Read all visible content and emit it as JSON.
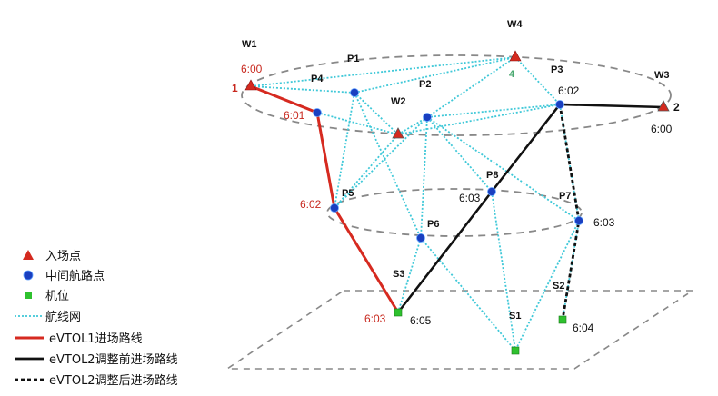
{
  "colors": {
    "network": "#3fc8d8",
    "entry": "#d42a1f",
    "waypoint": "#1a3fc0",
    "pad": "#2ec12e",
    "route1": "#d62a20",
    "route2": "#111111",
    "ellipse": "#888888"
  },
  "labels": {
    "W1": "W1",
    "W2": "W2",
    "W3": "W3",
    "W4": "W4",
    "P1": "P1",
    "P2": "P2",
    "P3": "P3",
    "P4": "P4",
    "P5": "P5",
    "P6": "P6",
    "P7": "P7",
    "P8": "P8",
    "S1": "S1",
    "S2": "S2",
    "S3": "S3",
    "n1": "1",
    "n2": "2",
    "n4": "4"
  },
  "times": {
    "w1": "6:00",
    "p4": "6:01",
    "p5": "6:02",
    "s3_red": "6:03",
    "s3": "6:05",
    "p8": "6:03",
    "p3": "6:02",
    "w3": "6:00",
    "p7": "6:03",
    "s2": "6:04"
  },
  "legend": [
    {
      "label": "入场点"
    },
    {
      "label": "中间航路点"
    },
    {
      "label": "机位"
    },
    {
      "label": "航线网"
    },
    {
      "label": "eVTOL1进场路线"
    },
    {
      "label": "eVTOL2调整前进场路线"
    },
    {
      "label": "eVTOL2调整后进场路线"
    }
  ]
}
